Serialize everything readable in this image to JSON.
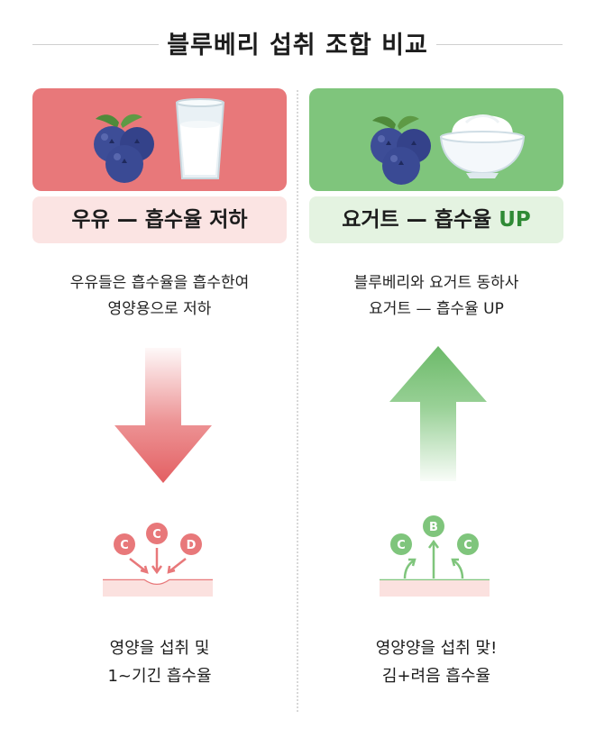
{
  "title": "블루베리 섭취 조합 비교",
  "left": {
    "label_main": "우유 — 흡수율 저하",
    "desc_line1": "우유들은 흡수율을 흡수한여",
    "desc_line2": "영양용으로 저하",
    "nutrients": [
      "C",
      "C",
      "D"
    ],
    "bottom_line1": "영양을 섭취 및",
    "bottom_line2": "1~기긴 흡수율",
    "color": "#e8787a"
  },
  "right": {
    "label_main": "요거트 — 흡수율",
    "label_up": "UP",
    "desc_line1": "블루베리와 요거트 동하사",
    "desc_line2": "요거트 — 흡수율 UP",
    "nutrients": [
      "C",
      "B",
      "C"
    ],
    "bottom_line1": "영양양을 섭취 맞!",
    "bottom_line2": "김+려음 흡수율",
    "color": "#7fc57c"
  }
}
